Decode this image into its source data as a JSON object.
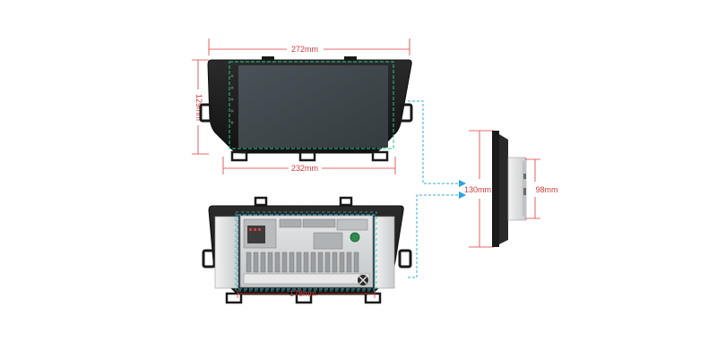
{
  "dimensions": {
    "overall_width": "272mm",
    "overall_height": "129mm",
    "screen_width": "232mm",
    "depth_outer": "130mm",
    "depth_chassis": "98mm",
    "chassis_width": "178mm"
  },
  "colors": {
    "dimension_line": "#e03a3a",
    "guide_dashed": "#3aa8d8",
    "screen_outline": "#27c78a",
    "bezel": "#1c1c1c",
    "screen": "#3f474c",
    "chassis_metal": "#d5d7d8"
  },
  "icons": [
    "right-arrow-icon",
    "plug-icon"
  ]
}
